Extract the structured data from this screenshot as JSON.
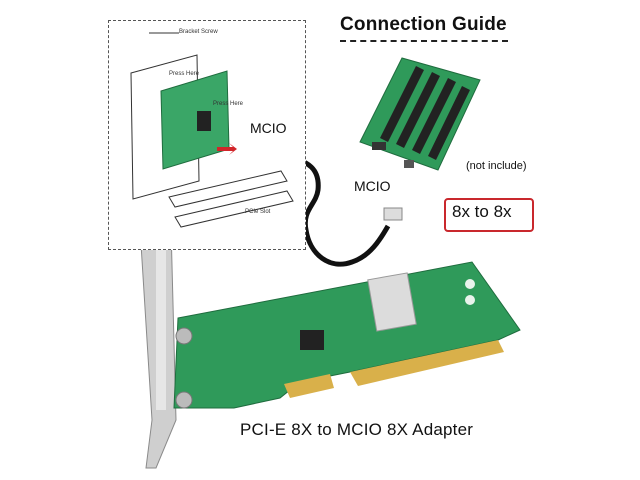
{
  "guide": {
    "title": "Connection Guide",
    "mcio_label_top": "MCIO",
    "mcio_label_mid": "MCIO",
    "not_include": "(not include)",
    "ratio": "8x to 8x"
  },
  "diagram": {
    "bracket_screw": "Bracket Screw",
    "press_here_1": "Press Here",
    "press_here_2": "Press Here",
    "pcie_slot": "PCIe Slot"
  },
  "product": {
    "caption": "PCI-E 8X to MCIO 8X Adapter"
  },
  "colors": {
    "pcb_green": "#2f9a5a",
    "gold": "#d9b04a",
    "ratio_border": "#c9282d"
  }
}
